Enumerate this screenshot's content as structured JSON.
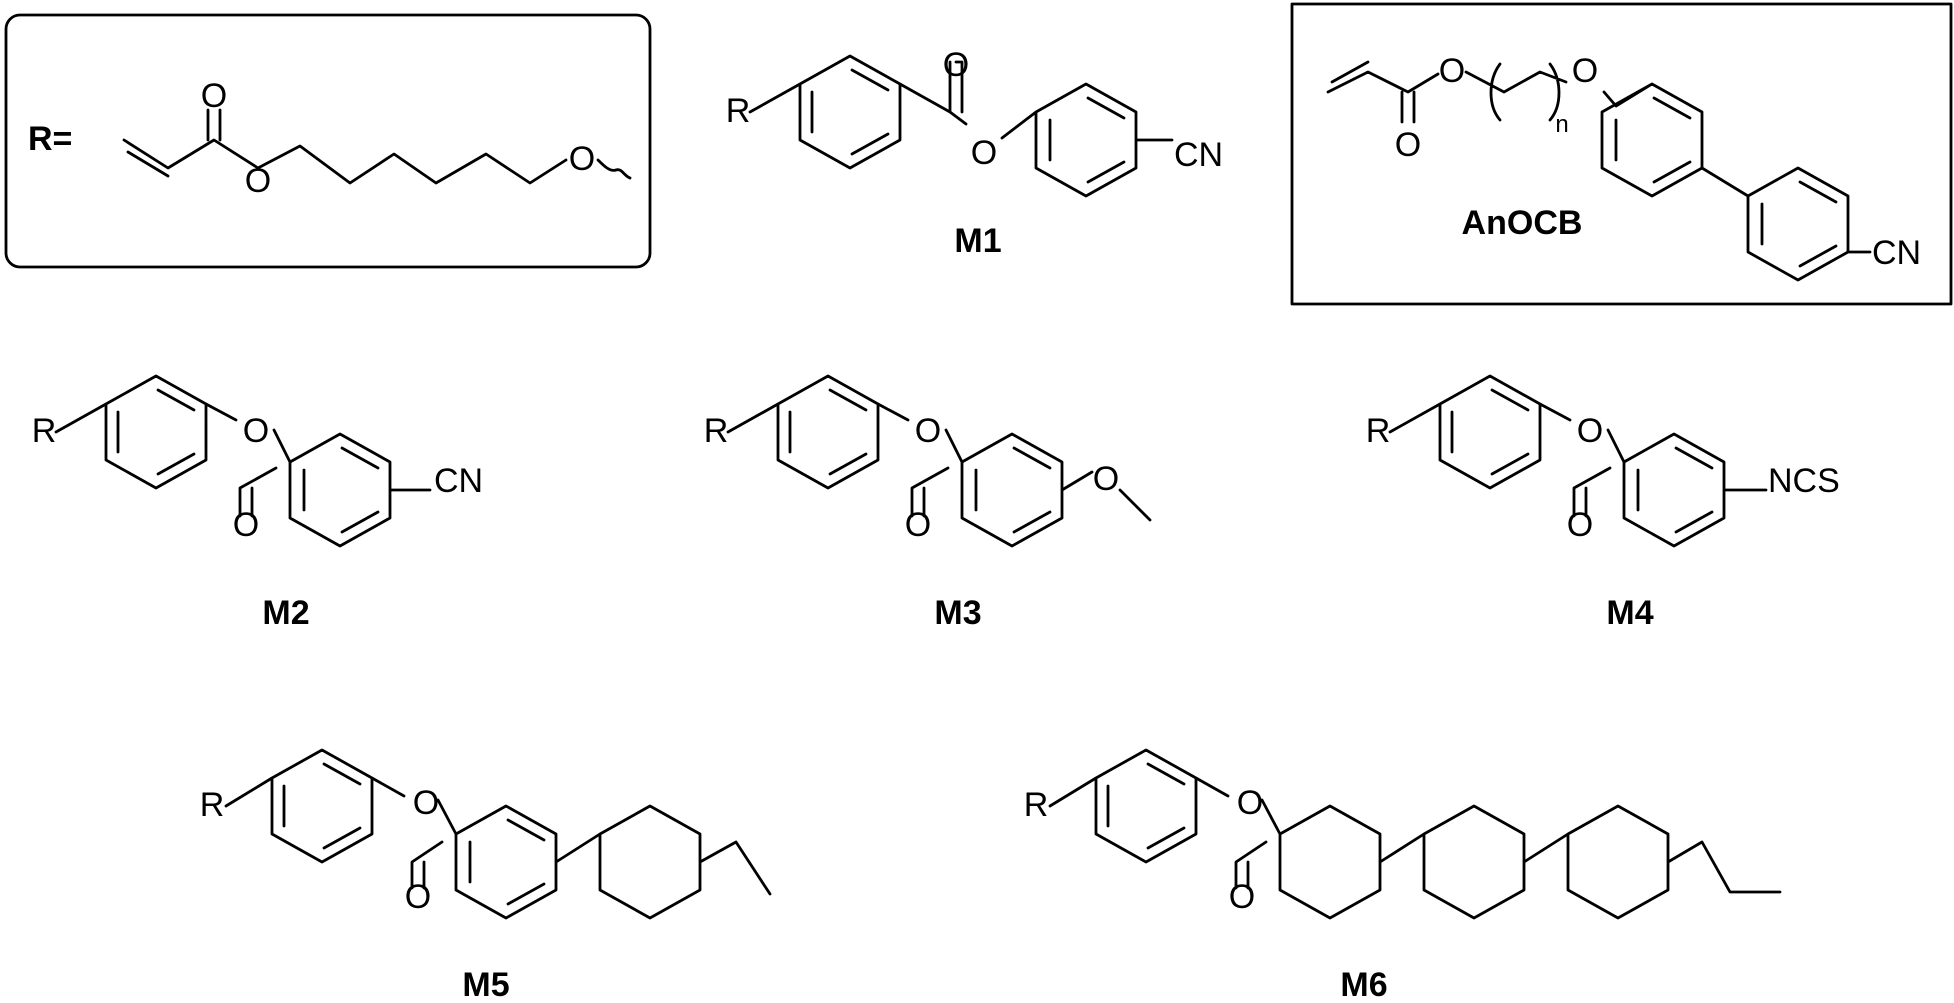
{
  "definition_box": {
    "label": "R=",
    "atoms": {
      "carbonyl_o": "O",
      "ester_o": "O",
      "ether_o": "O"
    }
  },
  "reference_box": {
    "title": "AnOCB",
    "atoms": {
      "ester_o": "O",
      "carbonyl_o": "O",
      "ether_o": "O",
      "nitrile": "CN",
      "subscript": "n"
    }
  },
  "compounds": [
    {
      "id": "m1",
      "label": "M1",
      "r": "R",
      "atoms": {
        "carbonyl_o": "O",
        "ester_o": "O",
        "terminal": "CN"
      }
    },
    {
      "id": "m2",
      "label": "M2",
      "r": "R",
      "atoms": {
        "ester_o": "O",
        "carbonyl_o": "O",
        "terminal": "CN"
      }
    },
    {
      "id": "m3",
      "label": "M3",
      "r": "R",
      "atoms": {
        "ester_o": "O",
        "carbonyl_o": "O",
        "methoxy_o": "O"
      }
    },
    {
      "id": "m4",
      "label": "M4",
      "r": "R",
      "atoms": {
        "ester_o": "O",
        "carbonyl_o": "O",
        "terminal": "NCS"
      }
    },
    {
      "id": "m5",
      "label": "M5",
      "r": "R",
      "atoms": {
        "ester_o": "O",
        "carbonyl_o": "O"
      }
    },
    {
      "id": "m6",
      "label": "M6",
      "r": "R",
      "atoms": {
        "ester_o": "O",
        "carbonyl_o": "O"
      }
    }
  ],
  "colors": {
    "ink": "#000000",
    "background": "#ffffff"
  }
}
